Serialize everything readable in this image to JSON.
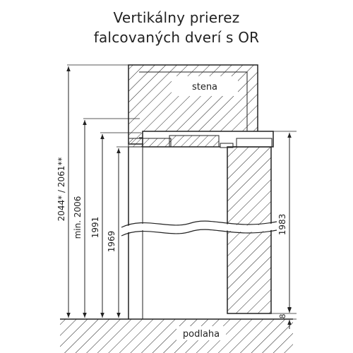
{
  "title_line1": "Vertikálny prierez",
  "title_line2": "falcovaných dverí s OR",
  "labels": {
    "wall": "stena",
    "floor": "podlaha"
  },
  "dimensions": {
    "total": "2044* / 2061**",
    "min": "min. 2006",
    "d1991": "1991",
    "d1969": "1969",
    "d1983": "1983",
    "gap": "8"
  }
}
